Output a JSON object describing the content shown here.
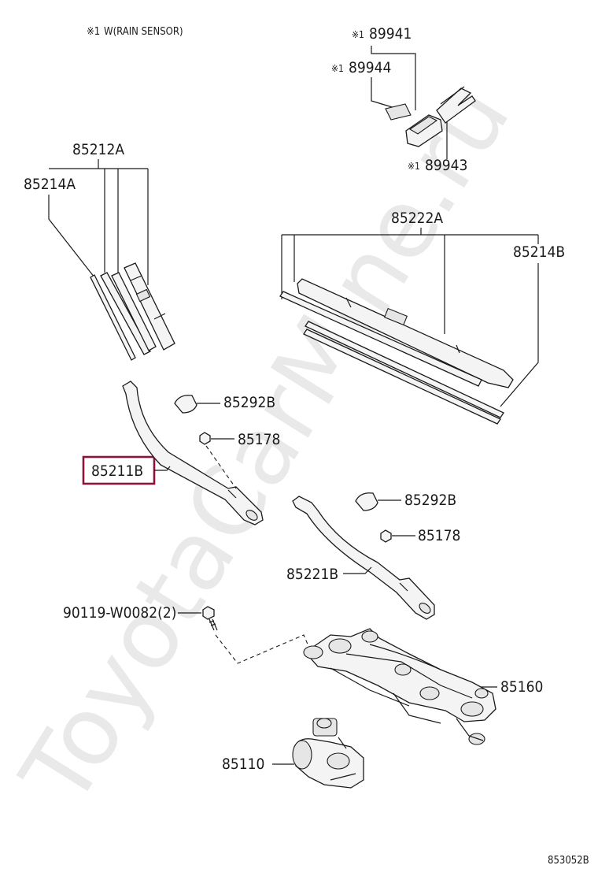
{
  "watermark": "ToyotaCarMine.ru",
  "diagram_code": "853052B",
  "note": {
    "mark": "※1",
    "text": "W(RAIN SENSOR)"
  },
  "parts": {
    "p89941": {
      "mark": "※1",
      "number": "89941"
    },
    "p89944": {
      "mark": "※1",
      "number": "89944"
    },
    "p89943": {
      "mark": "※1",
      "number": "89943"
    },
    "p85212A": {
      "number": "85212A"
    },
    "p85214A": {
      "number": "85214A"
    },
    "p85222A": {
      "number": "85222A"
    },
    "p85214B": {
      "number": "85214B"
    },
    "p85292B_1": {
      "number": "85292B"
    },
    "p85178_1": {
      "number": "85178"
    },
    "p85211B": {
      "number": "85211B",
      "highlighted": true
    },
    "p85292B_2": {
      "number": "85292B"
    },
    "p85178_2": {
      "number": "85178"
    },
    "p85221B": {
      "number": "85221B"
    },
    "p90119": {
      "number": "90119-W0082(2)"
    },
    "p85160": {
      "number": "85160"
    },
    "p85110": {
      "number": "85110"
    }
  },
  "colors": {
    "highlight": "#8a1538",
    "line": "#1a1a1a",
    "watermark": "#e9e9e9"
  }
}
